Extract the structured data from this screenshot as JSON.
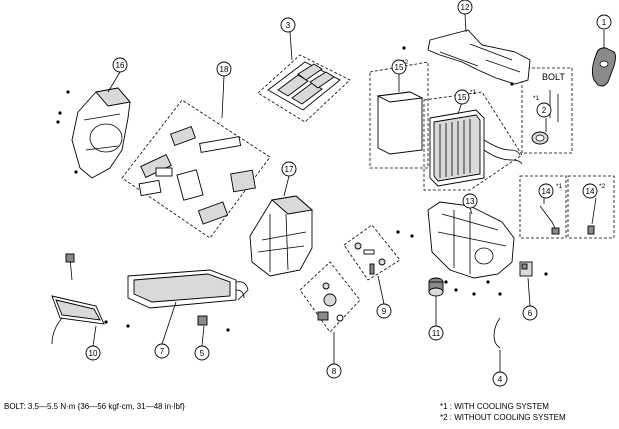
{
  "callouts": [
    "1",
    "2",
    "3",
    "4",
    "5",
    "6",
    "7",
    "8",
    "9",
    "10",
    "11",
    "12",
    "13",
    "14",
    "15",
    "16",
    "17",
    "18"
  ],
  "markers": {
    "cooling": "*1",
    "no_cooling": "*2"
  },
  "bolt_box_label": "BOLT",
  "bolt_spec": "BOLT: 3.5—5.5 N·m {36—56 kgf·cm, 31—48 in·lbf}",
  "notes": {
    "with_cooling": "*1 : WITH COOLING SYSTEM",
    "without_cooling": "*2 : WITHOUT COOLING SYSTEM"
  }
}
